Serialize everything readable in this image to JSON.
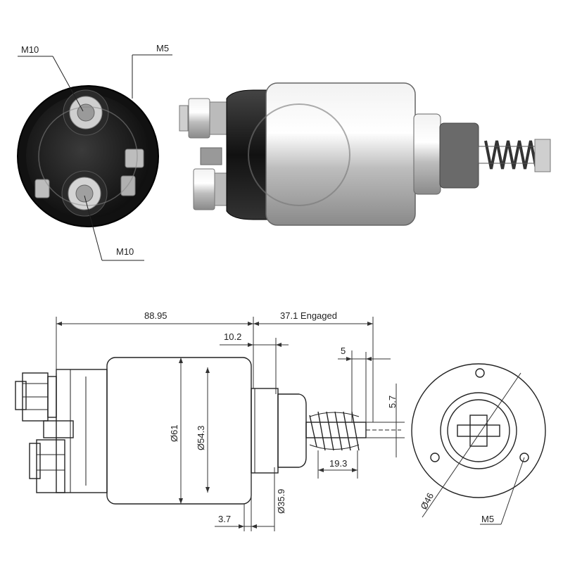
{
  "photo_labels": {
    "m10_top": "M10",
    "m5_top": "M5",
    "m10_bottom": "M10"
  },
  "dimensions": {
    "overall_length": "88.95",
    "engaged_travel": "37.1 Engaged",
    "flange_offset": "10.2",
    "plunger_tip": "5",
    "pin_offset": "5.7",
    "body_diameter": "Ø61",
    "inner_diameter": "Ø54.3",
    "spring_length": "19.3",
    "nose_diameter": "Ø35.9",
    "flange_thickness": "3.7",
    "bolt_circle": "Ø46",
    "mount_thread": "M5"
  },
  "colors": {
    "line": "#222222",
    "body_dark": "#1a1a1a",
    "metal_light": "#d9d9d9",
    "metal_mid": "#a8a8a8"
  }
}
